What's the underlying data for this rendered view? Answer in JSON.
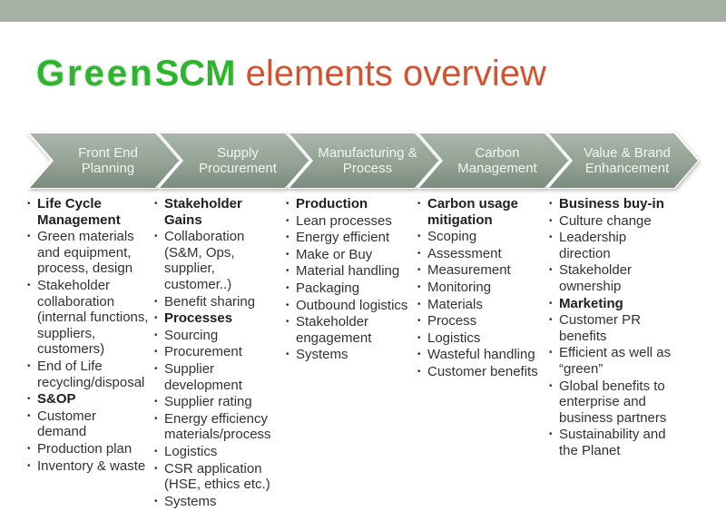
{
  "title": {
    "green": "Green",
    "scm": "SCM",
    "rest": " elements overview"
  },
  "colors": {
    "title_green": "#2eb52e",
    "title_orange": "#d4522e",
    "top_bar": "#a6b0a5",
    "arrow_fill_top": "#a9b6ab",
    "arrow_fill_bottom": "#7b8b7e",
    "arrow_text": "#f2f6f2",
    "body_text": "#323232"
  },
  "stages": [
    {
      "label": "Front End Planning",
      "items": [
        {
          "text": "Life Cycle Management",
          "bold": true
        },
        {
          "text": "Green materials and equipment, process, design"
        },
        {
          "text": "Stakeholder collaboration (internal functions, suppliers, customers)"
        },
        {
          "text": "End of Life recycling/disposal"
        },
        {
          "text": "S&OP",
          "bold": true
        },
        {
          "text": "Customer demand"
        },
        {
          "text": "Production plan"
        },
        {
          "text": "Inventory & waste"
        }
      ]
    },
    {
      "label": "Supply Procurement",
      "items": [
        {
          "text": "Stakeholder Gains",
          "bold": true
        },
        {
          "text": "Collaboration (S&M, Ops, supplier, customer..)"
        },
        {
          "text": "Benefit sharing"
        },
        {
          "text": "Processes",
          "bold": true
        },
        {
          "text": "Sourcing"
        },
        {
          "text": "Procurement"
        },
        {
          "text": "Supplier development"
        },
        {
          "text": "Supplier rating"
        },
        {
          "text": "Energy efficiency materials/process"
        },
        {
          "text": "Logistics"
        },
        {
          "text": "CSR application (HSE, ethics etc.)"
        },
        {
          "text": "Systems"
        }
      ]
    },
    {
      "label": "Manufacturing & Process",
      "items": [
        {
          "text": "Production",
          "bold": true
        },
        {
          "text": "Lean processes"
        },
        {
          "text": "Energy efficient"
        },
        {
          "text": "Make or Buy"
        },
        {
          "text": "Material handling"
        },
        {
          "text": "Packaging"
        },
        {
          "text": "Outbound logistics"
        },
        {
          "text": "Stakeholder engagement"
        },
        {
          "text": "Systems"
        }
      ]
    },
    {
      "label": "Carbon Management",
      "items": [
        {
          "text": "Carbon usage mitigation",
          "bold": true
        },
        {
          "text": "Scoping"
        },
        {
          "text": "Assessment"
        },
        {
          "text": "Measurement"
        },
        {
          "text": "Monitoring"
        },
        {
          "text": "Materials"
        },
        {
          "text": "Process"
        },
        {
          "text": "Logistics"
        },
        {
          "text": "Wasteful handling"
        },
        {
          "text": "Customer benefits"
        }
      ]
    },
    {
      "label": "Value & Brand Enhancement",
      "items": [
        {
          "text": "Business buy-in",
          "bold": true
        },
        {
          "text": "Culture change"
        },
        {
          "text": "Leadership direction"
        },
        {
          "text": "Stakeholder ownership"
        },
        {
          "text": "Marketing",
          "bold": true
        },
        {
          "text": "Customer PR benefits"
        },
        {
          "text": "Efficient as well as “green”"
        },
        {
          "text": "Global benefits to enterprise and business partners"
        },
        {
          "text": "Sustainability and the Planet"
        }
      ]
    }
  ]
}
